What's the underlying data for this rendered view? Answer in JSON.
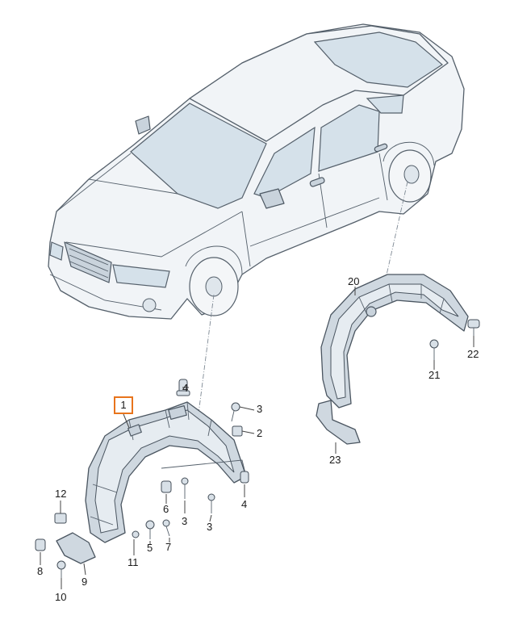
{
  "callouts": {
    "c1": "1",
    "c2": "2",
    "c3a": "3",
    "c3b": "3",
    "c3c": "3",
    "c4a": "4",
    "c4b": "4",
    "c5": "5",
    "c6": "6",
    "c7": "7",
    "c8": "8",
    "c9": "9",
    "c10": "10",
    "c11": "11",
    "c12": "12",
    "c20": "20",
    "c21": "21",
    "c22": "22",
    "c23": "23"
  },
  "colors": {
    "highlight": "#e8741c",
    "line": "#55606b"
  }
}
